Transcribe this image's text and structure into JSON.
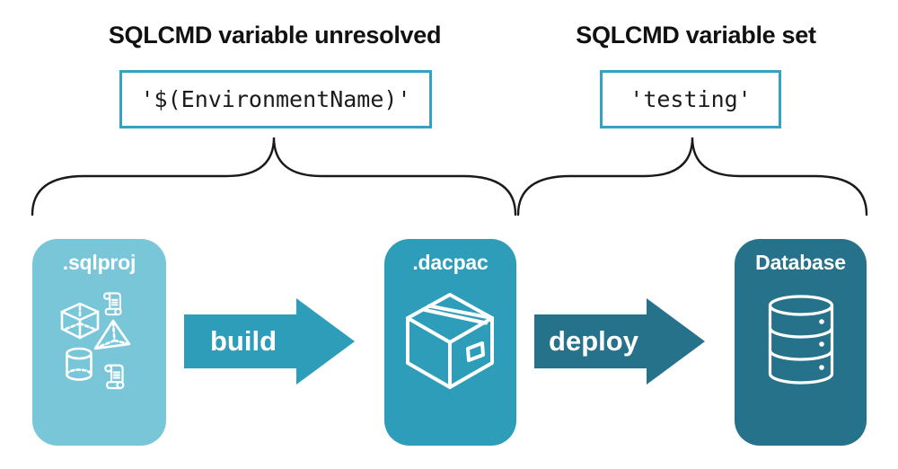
{
  "diagram": {
    "left": {
      "heading": "SQLCMD variable unresolved",
      "code": "'$(EnvironmentName)'"
    },
    "right": {
      "heading": "SQLCMD variable set",
      "code": "'testing'"
    },
    "pipeline": {
      "source_label": ".sqlproj",
      "build_label": "build",
      "artifact_label": ".dacpac",
      "deploy_label": "deploy",
      "target_label": "Database"
    },
    "icons": {
      "source": [
        "scroll-icon",
        "cube-icon",
        "pyramid-icon",
        "cylinder-icon",
        "scroll-icon"
      ],
      "artifact": "package-box-icon",
      "target": "database-icon"
    },
    "colors": {
      "source_fill": "#79C6D9",
      "build_and_artifact_fill": "#2E9DB9",
      "deploy_and_target_fill": "#26728B",
      "code_box_border": "#35A2C2",
      "heading_text": "#111111",
      "code_text": "#1B1B1B",
      "brace_stroke": "#1A1A1A",
      "icon_stroke": "#FFFFFF"
    }
  }
}
